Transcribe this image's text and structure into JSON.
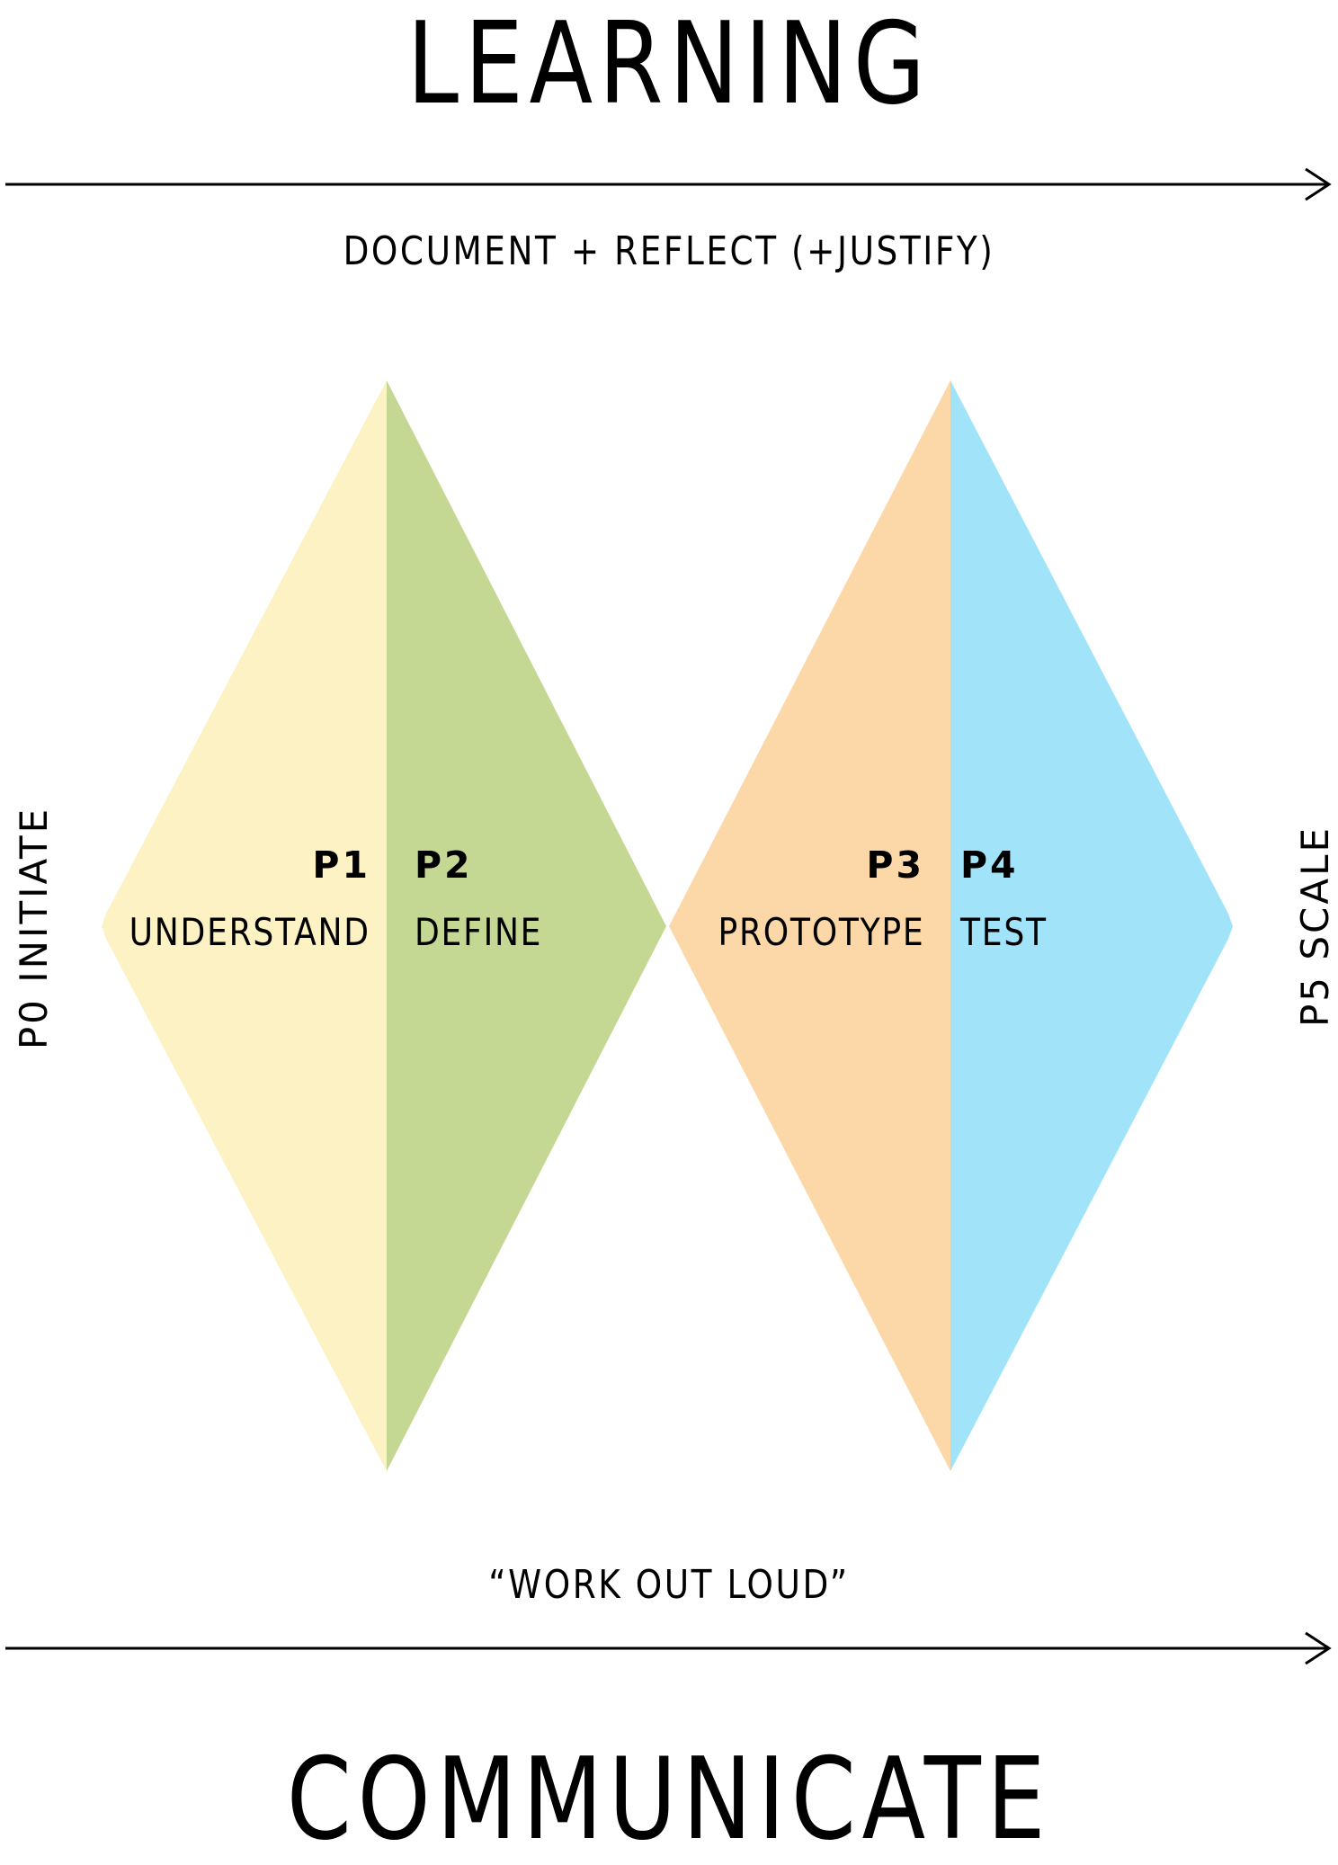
{
  "titles": {
    "top": "LEARNING",
    "bottom": "COMMUNICATE"
  },
  "captions": {
    "top": "DOCUMENT + REFLECT (+JUSTIFY)",
    "bottom": "“WORK OUT LOUD”"
  },
  "sides": {
    "left": "P0 INITIATE",
    "right": "P5 SCALE"
  },
  "phases": [
    {
      "code": "P1",
      "name": "UNDERSTAND",
      "color": "#fdf2c4"
    },
    {
      "code": "P2",
      "name": "DEFINE",
      "color": "#c4d893"
    },
    {
      "code": "P3",
      "name": "PROTOTYPE",
      "color": "#fcd8a8"
    },
    {
      "code": "P4",
      "name": "TEST",
      "color": "#a1e4f9"
    }
  ]
}
